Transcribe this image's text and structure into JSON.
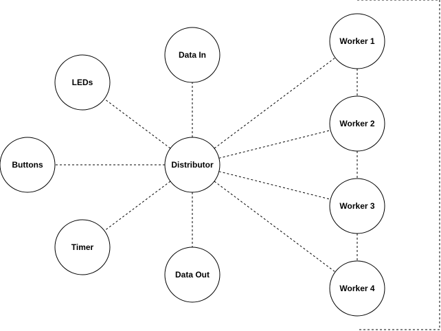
{
  "diagram": {
    "nodes": {
      "data_in": "Data In",
      "leds": "LEDs",
      "buttons": "Buttons",
      "distributor": "Distributor",
      "timer": "Timer",
      "data_out": "Data Out",
      "worker1": "Worker 1",
      "worker2": "Worker 2",
      "worker3": "Worker 3",
      "worker4": "Worker 4"
    },
    "edges": [
      [
        "distributor",
        "data_in"
      ],
      [
        "distributor",
        "leds"
      ],
      [
        "distributor",
        "buttons"
      ],
      [
        "distributor",
        "timer"
      ],
      [
        "distributor",
        "data_out"
      ],
      [
        "distributor",
        "worker1"
      ],
      [
        "distributor",
        "worker2"
      ],
      [
        "distributor",
        "worker3"
      ],
      [
        "distributor",
        "worker4"
      ],
      [
        "worker1",
        "worker2"
      ],
      [
        "worker2",
        "worker3"
      ],
      [
        "worker3",
        "worker4"
      ]
    ]
  }
}
